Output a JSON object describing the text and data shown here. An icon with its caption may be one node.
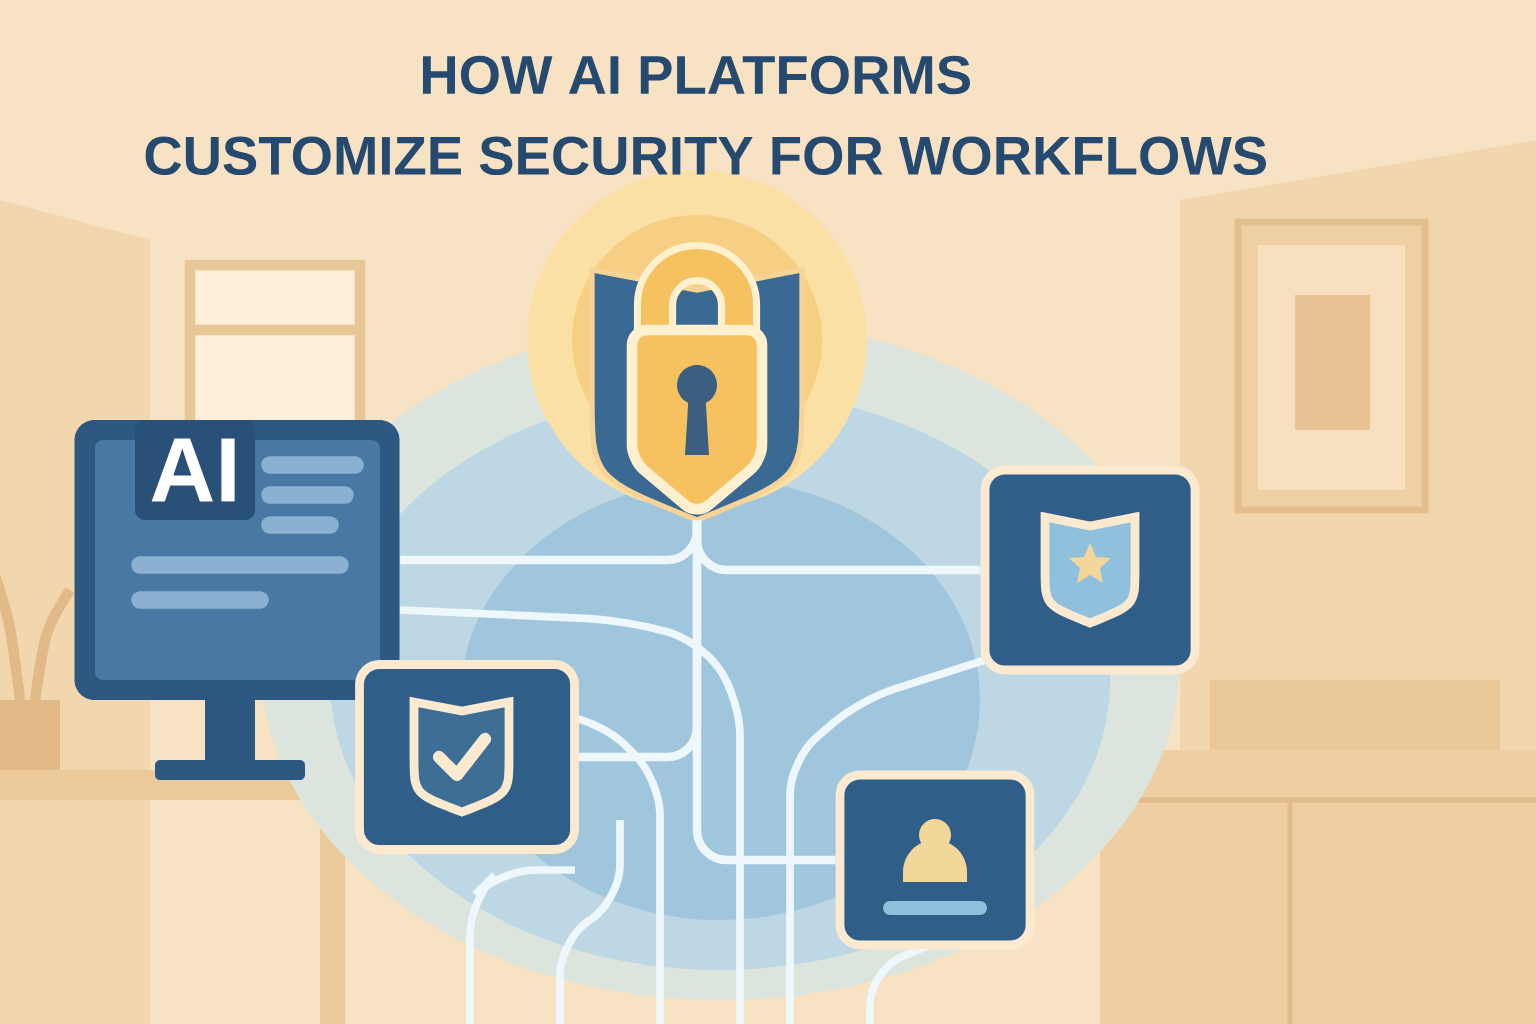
{
  "diagram": {
    "title": "HOW AI PLATFORMS CUSTOMIZE SECURITY FOR WORKFLOWS",
    "nodes": [
      {
        "text": [],
        "shape": "picture"
      },
      {
        "text": [
          "AI"
        ]
      },
      {
        "text": [],
        "shape": "box"
      },
      {
        "text": [],
        "shape": "box"
      },
      {
        "text": [],
        "shape": "box"
      }
    ],
    "edges": [
      {
        "from": 0,
        "to": 1,
        "arrow": "none"
      },
      {
        "from": 0,
        "to": 2,
        "arrow": "none"
      },
      {
        "from": 0,
        "to": 3,
        "arrow": "none"
      },
      {
        "from": 0,
        "to": 4,
        "arrow": "none"
      }
    ]
  }
}
